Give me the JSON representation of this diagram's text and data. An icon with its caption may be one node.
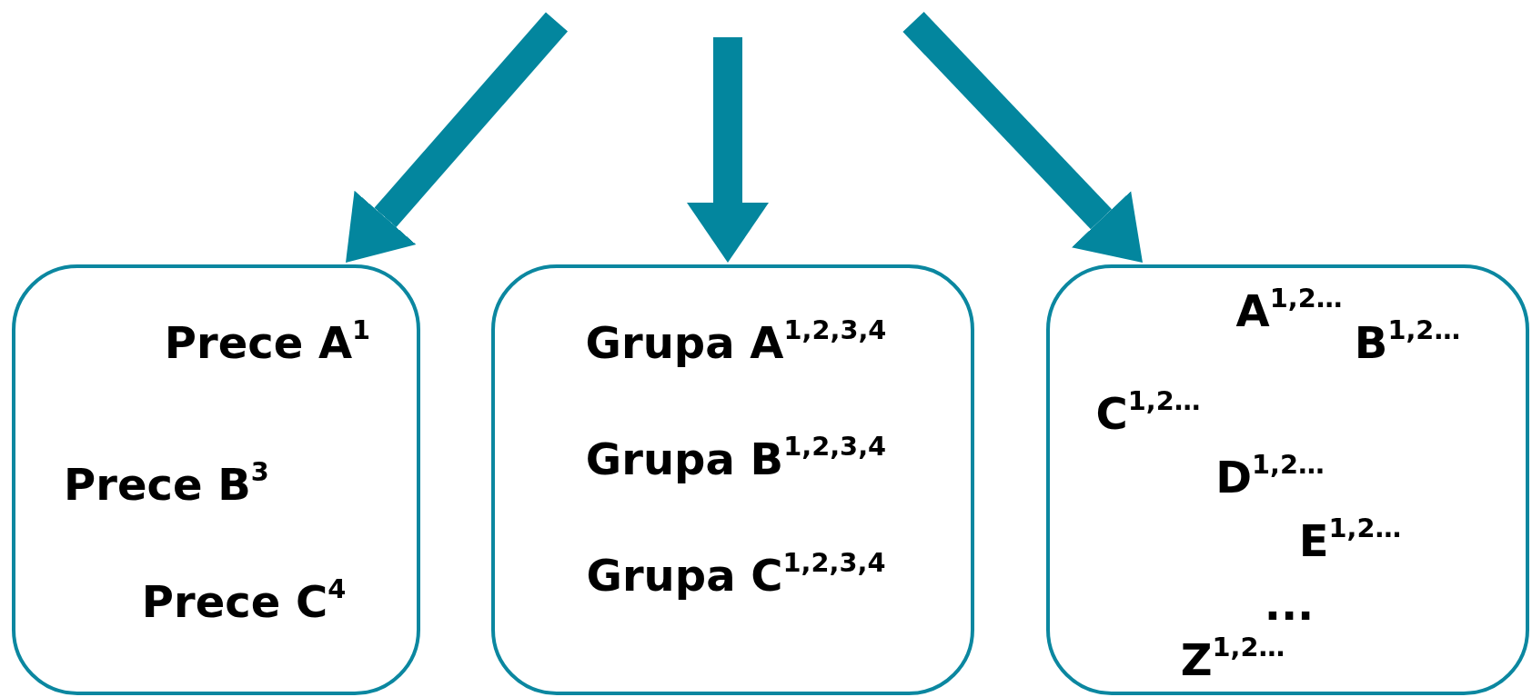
{
  "diagram": {
    "nodes": [
      {
        "text": [
          "Prece A$^{1}$",
          "Prece B$^{3}$",
          "Prece C$^{4}$"
        ]
      },
      {
        "text": [
          "Grupa A$^{1,2,3,4}$",
          "Grupa B$^{1,2,3,4}$",
          "Grupa C$^{1,2,3,4}$"
        ]
      },
      {
        "text": [
          "A$^{1,2…}$",
          "B$^{1,2…}$",
          "C$^{1,2…}$",
          "D$^{1,2…}$",
          "E$^{1,2…}$",
          "...",
          "Z$^{1,2…}$"
        ]
      }
    ],
    "edges": [
      {
        "from": null,
        "to": 0,
        "arrow": "to"
      },
      {
        "from": null,
        "to": 1,
        "arrow": "to"
      },
      {
        "from": null,
        "to": 2,
        "arrow": "to"
      }
    ]
  }
}
